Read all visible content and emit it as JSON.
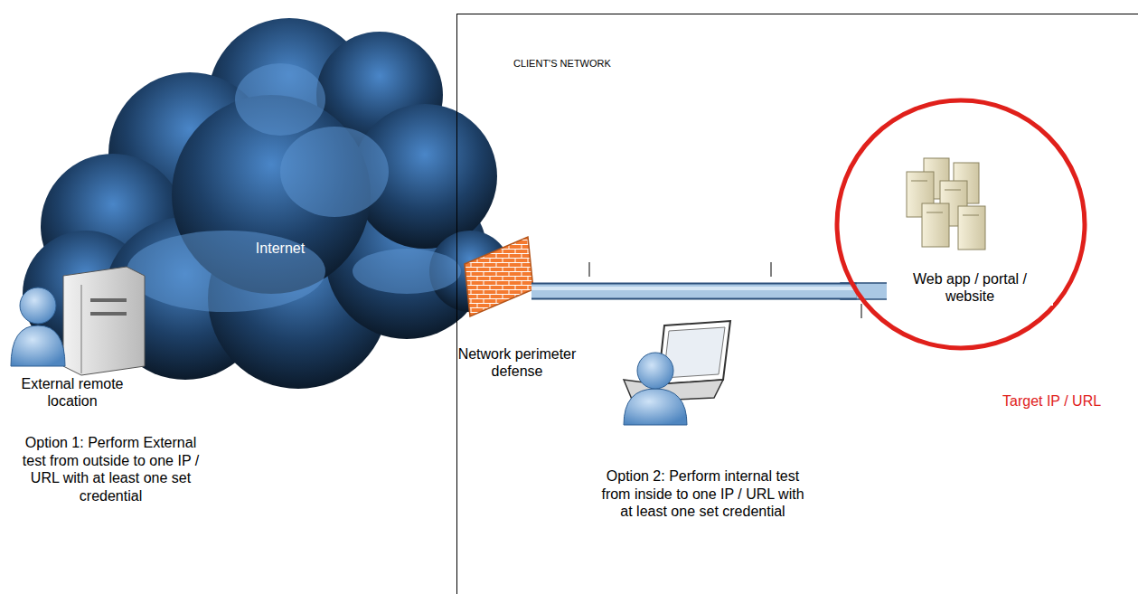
{
  "diagram": {
    "nodes": [
      {
        "text": [
          "CLIENT'S NETWORK"
        ]
      },
      {
        "text": [
          "Internet"
        ]
      },
      {
        "text": [
          "External remote location"
        ]
      },
      {
        "text": [
          "Network perimeter defense"
        ]
      },
      {
        "text": [
          "Web app / portal / website",
          "Target IP / URL"
        ],
        "in": 0
      }
    ],
    "edges": [
      {
        "from": 3,
        "to": 4,
        "arrow": "none"
      }
    ],
    "labels": [
      "Option 1: Perform External test from outside to one IP / URL with at least one set credential",
      "Option 2: Perform internal test from inside to one IP / URL with at least one set credential"
    ]
  }
}
